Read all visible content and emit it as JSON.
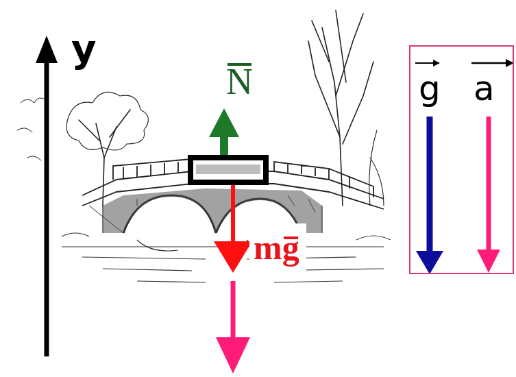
{
  "diagram": {
    "nodes": [
      {
        "text": [
          "g",
          "a"
        ]
      }
    ],
    "labels": [
      "y",
      "N",
      "mg"
    ]
  }
}
